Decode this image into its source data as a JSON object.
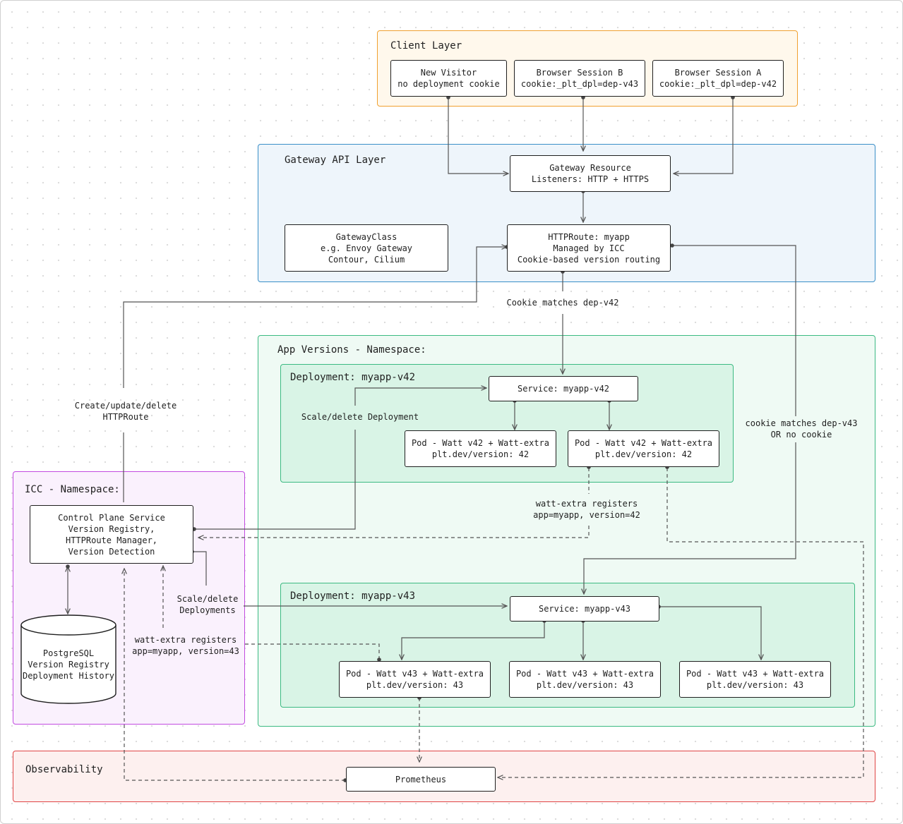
{
  "groups": {
    "client": {
      "title": "Client Layer"
    },
    "gateway": {
      "title": "Gateway API Layer"
    },
    "app_versions": {
      "title": "App Versions - Namespace:"
    },
    "dep_v42": {
      "title": "Deployment: myapp-v42"
    },
    "dep_v43": {
      "title": "Deployment: myapp-v43"
    },
    "icc": {
      "title": "ICC - Namespace:"
    },
    "observability": {
      "title": "Observability"
    }
  },
  "nodes": {
    "new_visitor": {
      "line1": "New Visitor",
      "line2": "no deployment cookie"
    },
    "session_b": {
      "line1": "Browser Session B",
      "line2": "cookie:_plt_dpl=dep-v43"
    },
    "session_a": {
      "line1": "Browser Session A",
      "line2": "cookie:_plt_dpl=dep-v42"
    },
    "gateway_resource": {
      "line1": "Gateway Resource",
      "line2": "Listeners: HTTP + HTTPS"
    },
    "gateway_class": {
      "line1": "GatewayClass",
      "line2": "e.g. Envoy Gateway",
      "line3": "Contour, Cilium"
    },
    "httproute": {
      "line1": "HTTPRoute: myapp",
      "line2": "Managed by ICC",
      "line3": "Cookie-based version routing"
    },
    "service_v42": {
      "line1": "Service: myapp-v42"
    },
    "pod_v42_a": {
      "line1": "Pod - Watt v42 + Watt-extra",
      "line2": "plt.dev/version: 42"
    },
    "pod_v42_b": {
      "line1": "Pod - Watt v42 + Watt-extra",
      "line2": "plt.dev/version: 42"
    },
    "service_v43": {
      "line1": "Service: myapp-v43"
    },
    "pod_v43_a": {
      "line1": "Pod - Watt v43 + Watt-extra",
      "line2": "plt.dev/version: 43"
    },
    "pod_v43_b": {
      "line1": "Pod - Watt v43 + Watt-extra",
      "line2": "plt.dev/version: 43"
    },
    "pod_v43_c": {
      "line1": "Pod - Watt v43 + Watt-extra",
      "line2": "plt.dev/version: 43"
    },
    "control_plane": {
      "line1": "Control Plane Service",
      "line2": "Version Registry,",
      "line3": "HTTPRoute Manager,",
      "line4": "Version Detection"
    },
    "postgres": {
      "line1": "PostgreSQL",
      "line2": "Version Registry",
      "line3": "Deployment History"
    },
    "prometheus": {
      "line1": "Prometheus"
    }
  },
  "edge_labels": {
    "cookie_v42": "Cookie matches dep-v42",
    "cookie_v43_l1": "cookie matches dep-v43",
    "cookie_v43_l2": "OR no cookie",
    "create_route_l1": "Create/update/delete",
    "create_route_l2": "HTTPRoute",
    "scale_v42": "Scale/delete Deployment",
    "watt_v42_l1": "watt-extra registers",
    "watt_v42_l2": "app=myapp, version=42",
    "scale_v43_l1": "Scale/delete",
    "scale_v43_l2": "Deployments",
    "watt_v43_l1": "watt-extra registers",
    "watt_v43_l2": "app=myapp, version=43"
  },
  "colors": {
    "client_border": "#f0a030",
    "client_fill": "#fff8ec",
    "gateway_border": "#3a8fc8",
    "gateway_fill": "#eef5fb",
    "app_border": "#3cba82",
    "app_fill": "#effaf4",
    "deployment_fill": "#d9f4e6",
    "icc_border": "#c24be0",
    "icc_fill": "#faf1fd",
    "obs_border": "#e04545",
    "obs_fill": "#fdf0ef",
    "edge": "#555555"
  }
}
